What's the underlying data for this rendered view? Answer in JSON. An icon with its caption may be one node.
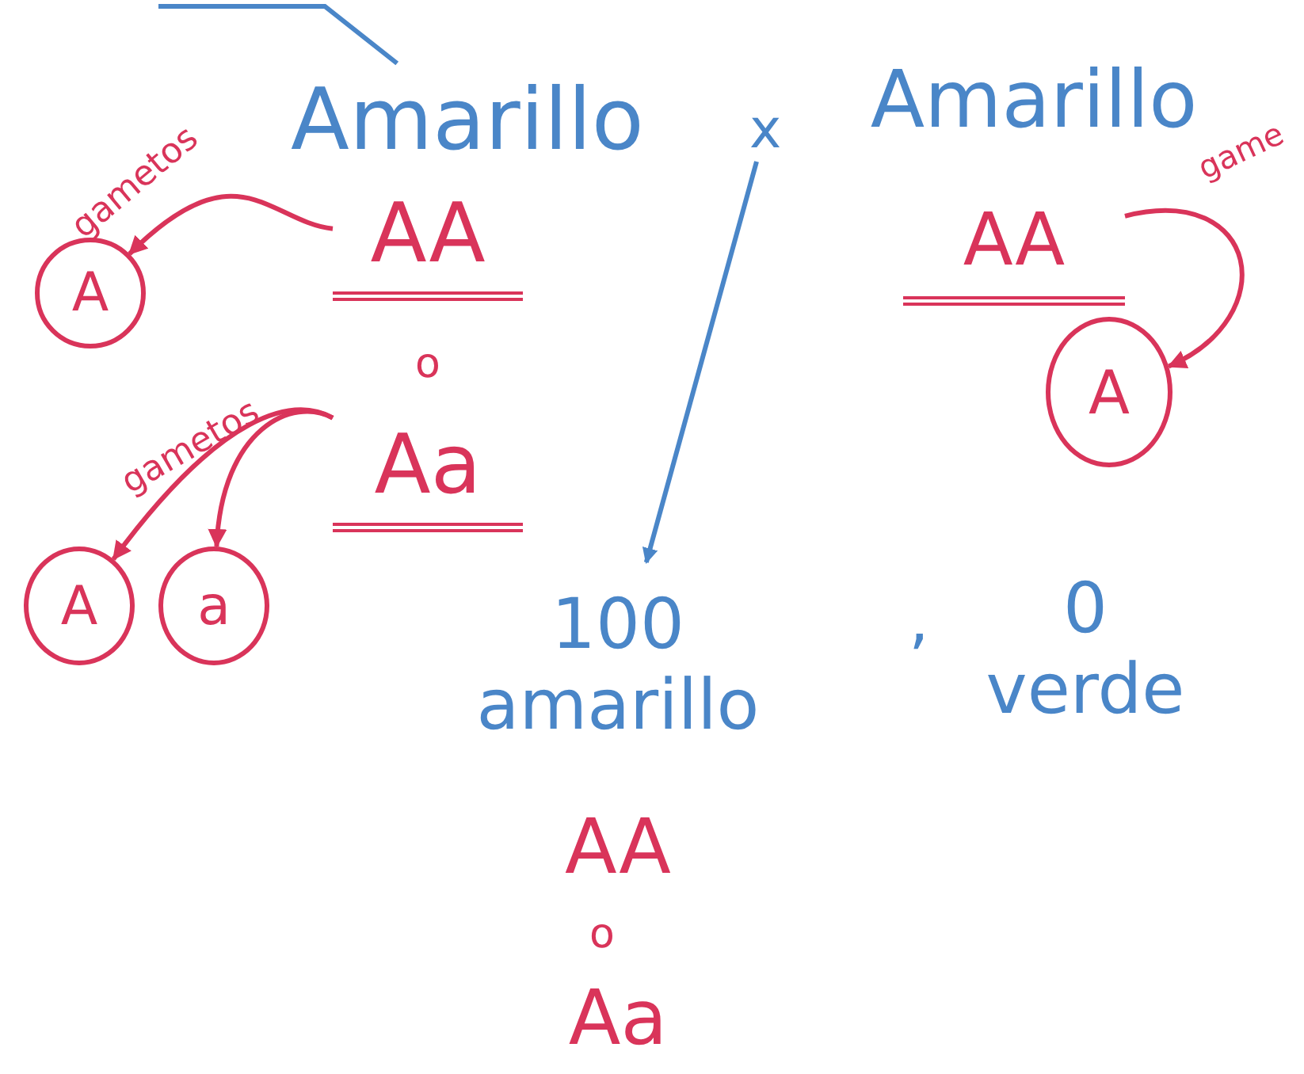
{
  "diagram": {
    "nodes": [
      {
        "text": [
          "Amarillo"
        ]
      },
      {
        "text": [
          "x"
        ]
      },
      {
        "text": [
          "Amarillo"
        ]
      },
      {
        "text": [
          "AA"
        ]
      },
      {
        "text": [
          "Aa"
        ]
      },
      {
        "text": [
          "A"
        ]
      },
      {
        "text": [
          "A"
        ]
      },
      {
        "text": [
          "a"
        ]
      },
      {
        "text": [
          "AA"
        ]
      },
      {
        "text": [
          "A"
        ]
      },
      {
        "text": [
          "100 amarillo"
        ]
      }
    ],
    "edges": [
      {
        "from": null,
        "to": 0,
        "arrow": "none",
        "color": "#4a86c8"
      },
      {
        "from": 3,
        "to": 5,
        "arrow": "to"
      },
      {
        "from": 4,
        "to": 6,
        "arrow": "to"
      },
      {
        "from": 4,
        "to": 7,
        "arrow": "to"
      },
      {
        "from": 8,
        "to": 9,
        "arrow": "to"
      },
      {
        "from": 1,
        "to": 10,
        "arrow": "to",
        "color": "#4a86c8"
      }
    ],
    "labels": [
      "gametos",
      "o",
      "gametos",
      "game",
      ",",
      "0 verde",
      "AA",
      "o",
      "Aa"
    ]
  }
}
